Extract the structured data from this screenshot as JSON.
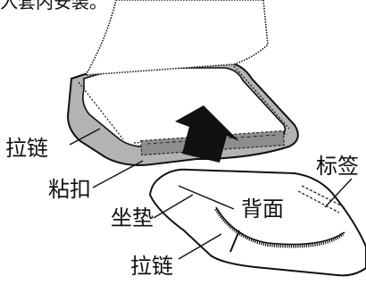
{
  "header": {
    "caption_fragment": "入套内安装。"
  },
  "labels": {
    "zipper_top": "拉链",
    "velcro": "粘扣",
    "tag": "标签",
    "back": "背面",
    "seat_cushion": "坐垫",
    "zipper_bottom": "拉链"
  },
  "colors": {
    "ink": "#111111",
    "pad": "#b3b3b3",
    "strip": "#8e8e8e"
  }
}
